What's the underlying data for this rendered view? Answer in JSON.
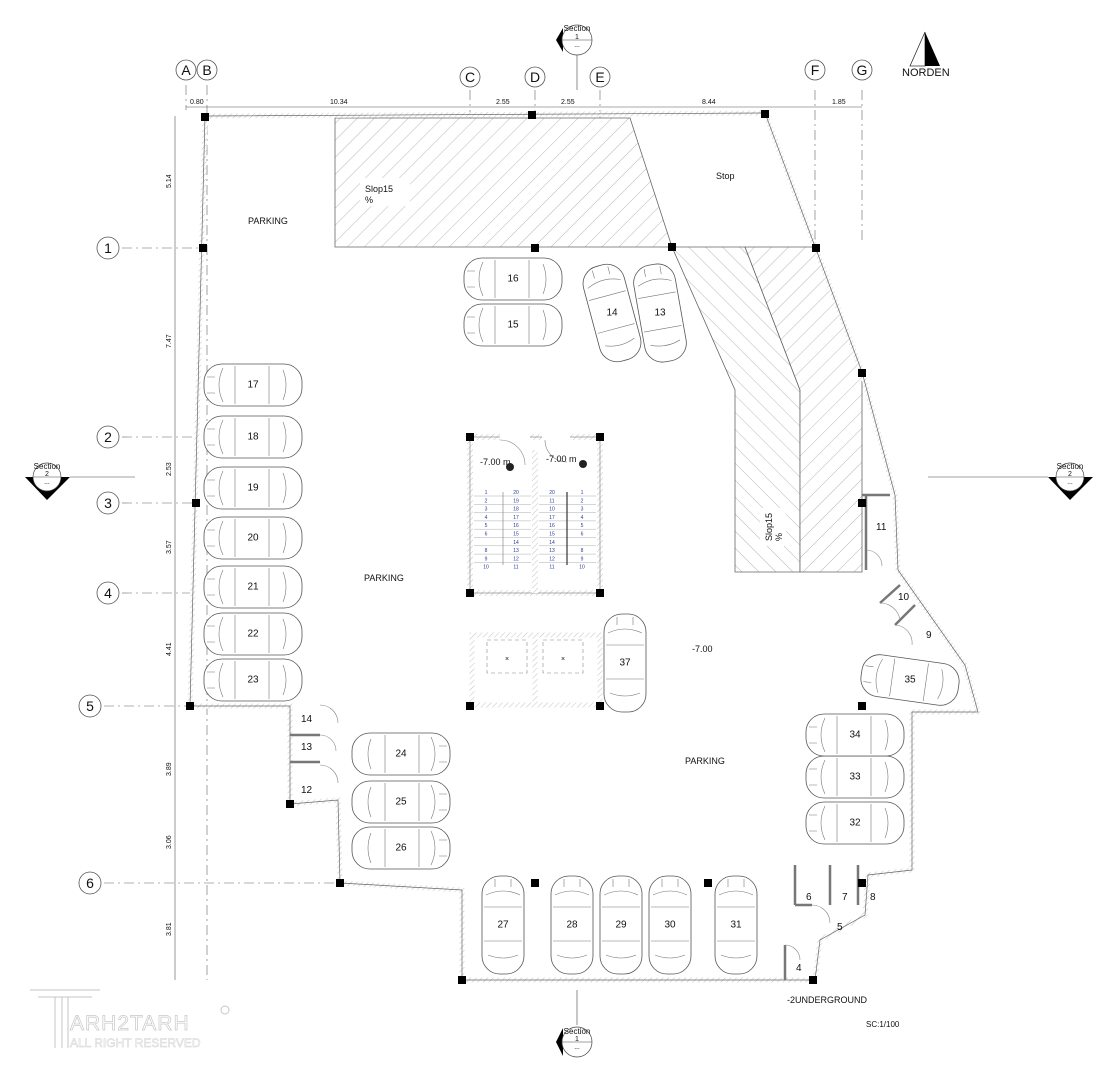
{
  "grid_columns": [
    "A",
    "B",
    "C",
    "D",
    "E",
    "F",
    "G"
  ],
  "grid_rows": [
    "1",
    "2",
    "3",
    "4",
    "5",
    "6"
  ],
  "top_dimensions": [
    "0.80",
    "10.34",
    "2.55",
    "2.55",
    "8.44",
    "1.85"
  ],
  "left_dimensions": [
    "5.14",
    "7.47",
    "2.53",
    "3.57",
    "4.41",
    "3.89",
    "3.06",
    "3.81"
  ],
  "north_label": "NORDEN",
  "section_markers": {
    "top": {
      "title": "Section",
      "number": "1",
      "ref": "---"
    },
    "bottom": {
      "title": "Section",
      "number": "1",
      "ref": "---"
    },
    "left": {
      "title": "Section",
      "number": "2",
      "ref": "---"
    },
    "right": {
      "title": "Section",
      "number": "2",
      "ref": "---"
    }
  },
  "labels": {
    "parking_nw": "PARKING",
    "parking_center": "PARKING",
    "parking_se": "PARKING",
    "stop": "Stop",
    "ramp1_slope": "Slop15",
    "ramp1_pct": "%",
    "ramp2_slope": "Slop15",
    "ramp2_pct": "%",
    "level": "-7.00",
    "stair_level_left": "-7.00 m",
    "stair_level_right": "-7.00 m",
    "floor_name": "-2UNDERGROUND",
    "scale": "SC:1/100"
  },
  "rooms": [
    "14",
    "13",
    "12",
    "11",
    "10",
    "9",
    "8",
    "7",
    "6",
    "5",
    "4"
  ],
  "cars": [
    "16",
    "15",
    "14",
    "13",
    "17",
    "18",
    "19",
    "20",
    "21",
    "22",
    "23",
    "24",
    "25",
    "26",
    "27",
    "28",
    "29",
    "30",
    "31",
    "32",
    "33",
    "34",
    "35",
    "37"
  ],
  "stairs": {
    "left_outer": [
      "1",
      "2",
      "3",
      "4",
      "5",
      "6",
      "",
      "8",
      "9",
      "10"
    ],
    "left_inner": [
      "20",
      "19",
      "18",
      "17",
      "16",
      "15",
      "14",
      "13",
      "12",
      "11"
    ],
    "right_inner": [
      "20",
      "11",
      "10",
      "17",
      "16",
      "15",
      "14",
      "13",
      "12",
      "11"
    ],
    "right_outer": [
      "1",
      "2",
      "3",
      "4",
      "5",
      "6",
      "",
      "8",
      "9",
      "10"
    ]
  },
  "watermark": {
    "brand": "TARH2TARH",
    "rights": "ALL RIGHT RESERVED"
  }
}
